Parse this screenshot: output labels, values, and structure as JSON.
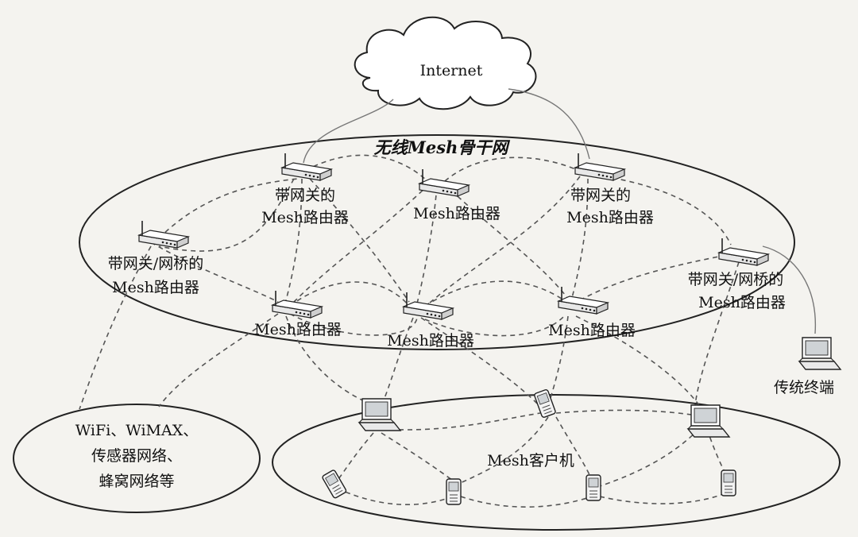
{
  "cloud": {
    "label": "Internet"
  },
  "backbone": {
    "title": "无线Mesh骨干网"
  },
  "routers": {
    "gw_left": [
      "带网关的",
      "Mesh路由器"
    ],
    "center_top": [
      "Mesh路由器"
    ],
    "gw_right": [
      "带网关的",
      "Mesh路由器"
    ],
    "bridge_left": [
      "带网关/网桥的",
      "Mesh路由器"
    ],
    "bridge_right": [
      "带网关/网桥的",
      "Mesh路由器"
    ],
    "bottom_1": [
      "Mesh路由器"
    ],
    "bottom_2": [
      "Mesh路由器"
    ],
    "bottom_3": [
      "Mesh路由器"
    ]
  },
  "legacy": {
    "label": "传统终端"
  },
  "other_networks": {
    "lines": [
      "WiFi、WiMAX、",
      "传感器网络、",
      "蜂窝网络等"
    ]
  },
  "clients": {
    "label": "Mesh客户机"
  }
}
